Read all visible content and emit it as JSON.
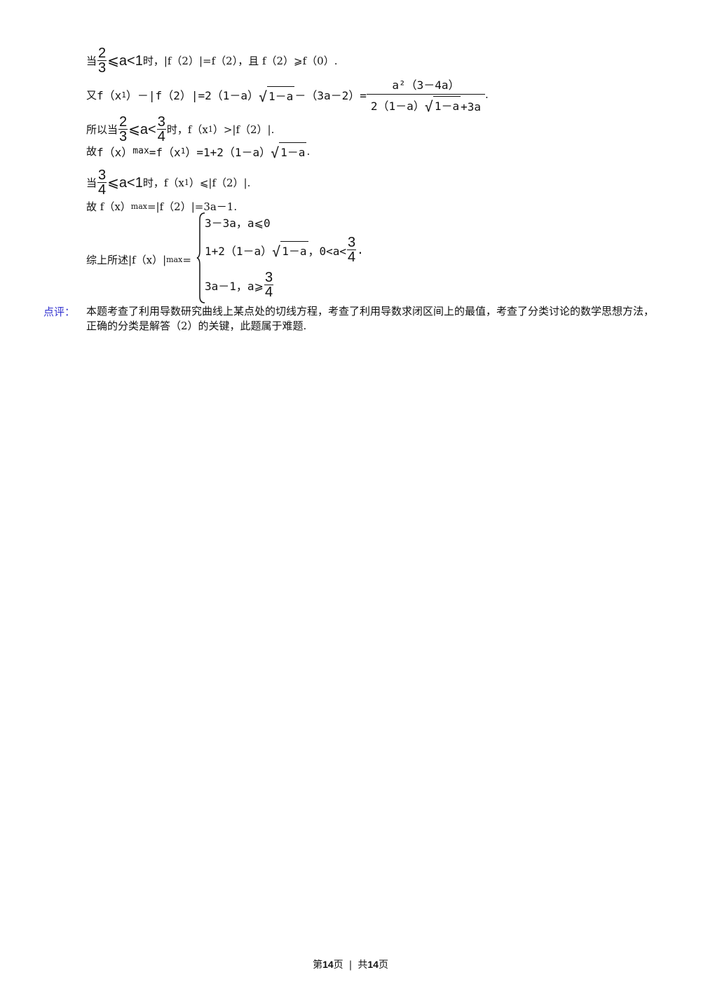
{
  "lines": {
    "l1": {
      "prefix": "当",
      "frac_num": "2",
      "frac_den": "3",
      "rel": "⩽a<1",
      "suffix": "时，|f（2）|=f（2），且 f（2）⩾f（0）."
    },
    "l2": {
      "prefix": "又",
      "lhs": "f（x",
      "lhs_sub": "1",
      "mid": "）－|f（2）|=2（1－a）",
      "rad": "1－a",
      "tail": "－（3a－2）=",
      "frac_num": "a²（3－4a）",
      "frac_den_pre": "2（1－a）",
      "frac_den_rad": "1－a",
      "frac_den_post": "+3a",
      "end": "."
    },
    "l3": {
      "prefix": "所以当",
      "f1_num": "2",
      "f1_den": "3",
      "mid": "⩽a<",
      "f2_num": "3",
      "f2_den": "4",
      "suffix": "时，f（x",
      "sub": "1",
      "end": "）>|f（2）|."
    },
    "l4": {
      "prefix": "故",
      "lhs": "f（x）",
      "lhs_sub": "max",
      "mid": "=f（x",
      "mid_sub": "1",
      "tail": "）=1+2（1－a）",
      "rad": "1－a",
      "end": "."
    },
    "l5": {
      "prefix": "当",
      "frac_num": "3",
      "frac_den": "4",
      "rel": "⩽a<1",
      "suffix": "时，f（x",
      "sub": "1",
      "end": "）⩽|f（2）|."
    },
    "l6": {
      "prefix": "故 f（x）",
      "sub": "max",
      "rest": "=|f（2）|=3a－1."
    },
    "summary": {
      "prefix": "综上所述|f（x）|",
      "sub": "max",
      "eq": "="
    },
    "case1": "3－3a，a⩽0",
    "case2": {
      "pre": "1+2（1－a）",
      "rad": "1－a",
      "post": "，0<a<",
      "num": "3",
      "den": "4",
      "end": "."
    },
    "case3": {
      "pre": "3a－1，a⩾",
      "num": "3",
      "den": "4"
    }
  },
  "review": {
    "label": "点评：",
    "text": "本题考查了利用导数研究曲线上某点处的切线方程，考查了利用导数求闭区间上的最值，考查了分类讨论的数学思想方法，正确的分类是解答（2）的关键，此题属于难题."
  },
  "footer": {
    "page_pre": "第",
    "page_num": "14",
    "page_post": "页",
    "total_pre": "共",
    "total_num": "14",
    "total_post": "页",
    "divider": "|"
  }
}
